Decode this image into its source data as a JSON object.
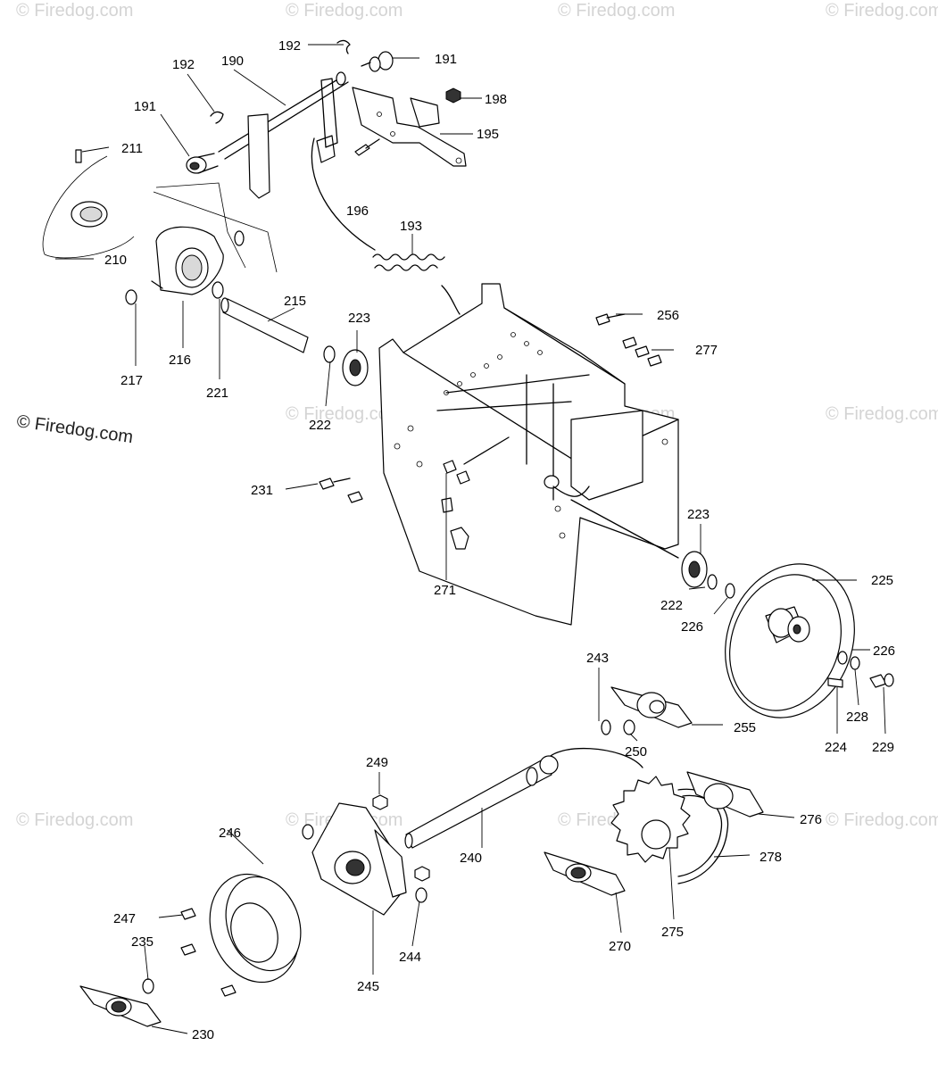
{
  "watermarks": {
    "faint": "© Firedog.com",
    "main": "© Firedog.com"
  },
  "labels": {
    "l192a": "192",
    "l191a": "191",
    "l192b": "192",
    "l190": "190",
    "l191b": "191",
    "l198": "198",
    "l195": "195",
    "l211": "211",
    "l196": "196",
    "l193": "193",
    "l210": "210",
    "l215": "215",
    "l256": "256",
    "l223a": "223",
    "l277": "277",
    "l217": "217",
    "l216": "216",
    "l221": "221",
    "l222a": "222",
    "l231": "231",
    "l271": "271",
    "l223b": "223",
    "l225": "225",
    "l222b": "222",
    "l226a": "226",
    "l226b": "226",
    "l243": "243",
    "l228": "228",
    "l255": "255",
    "l250": "250",
    "l224": "224",
    "l229": "229",
    "l249": "249",
    "l276": "276",
    "l246": "246",
    "l240": "240",
    "l278": "278",
    "l247": "247",
    "l235": "235",
    "l244": "244",
    "l270": "270",
    "l275": "275",
    "l245": "245",
    "l230": "230"
  }
}
